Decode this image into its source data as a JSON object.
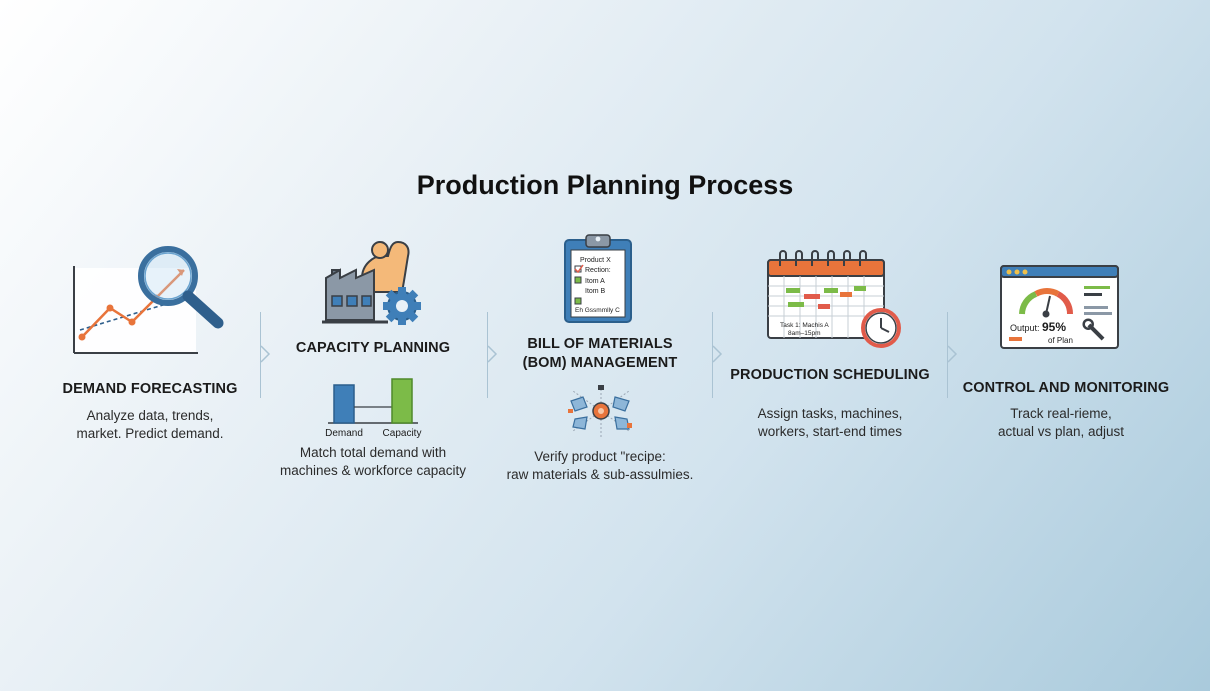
{
  "title": "Production Planning Process",
  "steps": [
    {
      "heading": "DEMAND FORECASTING",
      "desc_lines": [
        "Analyze data, trends,",
        "market. Predict demand."
      ]
    },
    {
      "heading": "CAPACITY PLANNING",
      "desc_lines": [
        "Match total demand with",
        "machines & workforce capacity"
      ],
      "chart_labels": [
        "Demand",
        "Capacity"
      ]
    },
    {
      "heading_lines": [
        "BILL OF MATERIALS",
        "(BOM) MANAGEMENT"
      ],
      "desc_lines": [
        "Verify product \"recipe:",
        "raw materials & sub-assulmies."
      ],
      "clipboard_lines": [
        "Product X",
        "Rection:",
        "Itom A",
        "Itom B",
        "Eh Gssmmlly C"
      ]
    },
    {
      "heading": "PRODUCTION SCHEDULING",
      "desc_lines": [
        "Assign tasks, machines,",
        "workers, start-end times"
      ],
      "calendar_lines": [
        "Task 1: Machis A",
        "8am–15pm"
      ]
    },
    {
      "heading": "CONTROL AND MONITORING",
      "desc_lines": [
        "Track real-rieme,",
        "actual vs plan, adjust"
      ],
      "dashboard": {
        "output_label": "Output:",
        "value": "95%",
        "sub": "of Plan"
      }
    }
  ],
  "colors": {
    "blue": "#3f7fb8",
    "orange": "#e8743b",
    "green": "#7cbb48",
    "red": "#e15b4a",
    "dark": "#3a3f45"
  }
}
